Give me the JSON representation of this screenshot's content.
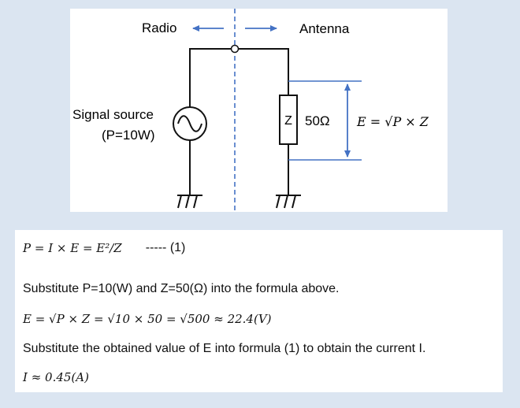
{
  "diagram": {
    "radio_label": "Radio",
    "antenna_label": "Antenna",
    "signal_source_label": "Signal source",
    "power_label": "(P=10W)",
    "impedance_symbol": "Z",
    "impedance_value": "50Ω",
    "voltage_formula": "E = √P × Z"
  },
  "formulas": {
    "eq1": "P = I × E = E²/Z",
    "eq1_tag": "----- (1)",
    "line2": "Substitute P=10(W) and Z=50(Ω) into the formula above.",
    "eq2": "E = √P × Z = √10 × 50 = √500 ≈ 22.4(V)",
    "line4": "Substitute the obtained value of E into formula (1) to obtain the current I.",
    "eq3": "I ≈ 0.45(A)"
  },
  "colors": {
    "background": "#dbe5f1",
    "accent_blue": "#4472c4"
  }
}
